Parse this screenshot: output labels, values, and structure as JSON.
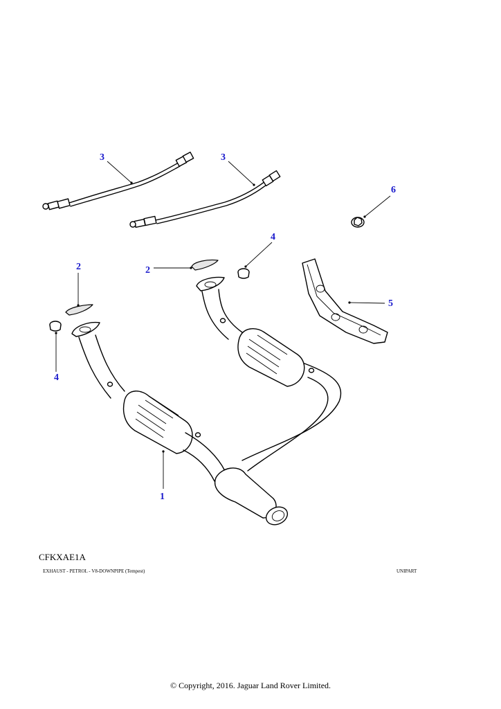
{
  "callouts": {
    "c1": "1",
    "c2a": "2",
    "c2b": "2",
    "c3a": "3",
    "c3b": "3",
    "c4a": "4",
    "c4b": "4",
    "c5": "5",
    "c6": "6"
  },
  "figure_code": "CFKXAE1A",
  "caption": "EXHAUST - PETROL - V8-DOWNPIPE (Tempest)",
  "brand": "UNIPART",
  "copyright": "© Copyright, 2016. Jaguar Land Rover Limited."
}
